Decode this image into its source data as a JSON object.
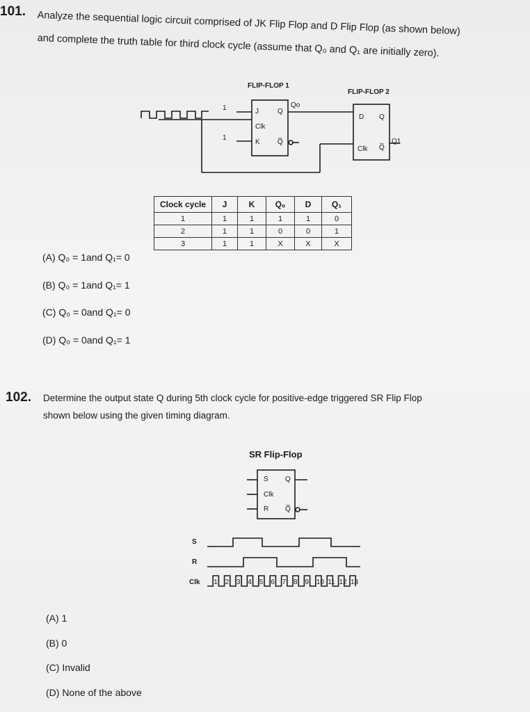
{
  "q101": {
    "number": "101.",
    "line1": "Analyze the sequential logic circuit comprised of JK Flip Flop and D Flip Flop (as shown below)",
    "line2": "and complete the truth table for third clock cycle (assume that Q₀ and Q₁ are initially zero).",
    "ff1_title": "FLIP-FLOP 1",
    "ff2_title": "FLIP-FLOP 2",
    "ff1_pins": {
      "j": "J",
      "q": "Q",
      "clk": "Clk",
      "k": "K",
      "qbar": "Q̅"
    },
    "ff2_pins": {
      "d": "D",
      "q": "Q",
      "clk": "Clk",
      "qbar": "Q̅"
    },
    "input_j": "1",
    "input_k": "1",
    "q0_label": "Qo",
    "q1_label": "Q1",
    "table": {
      "headers": [
        "Clock cycle",
        "J",
        "K",
        "Q₀",
        "D",
        "Q₁"
      ],
      "rows": [
        [
          "1",
          "1",
          "1",
          "1",
          "1",
          "0"
        ],
        [
          "2",
          "1",
          "1",
          "0",
          "0",
          "1"
        ],
        [
          "3",
          "1",
          "1",
          "X",
          "X",
          "X"
        ]
      ]
    },
    "options": [
      "(A) Q₀ = 1and Q₁= 0",
      "(B) Q₀ = 1and Q₁= 1",
      "(C) Q₀ = 0and Q₁= 0",
      "(D) Q₀ = 0and Q₁= 1"
    ]
  },
  "q102": {
    "number": "102.",
    "line1": "Determine the output state Q during 5th clock cycle for positive-edge triggered SR Flip Flop",
    "line2": "shown below using the given timing diagram.",
    "ff_title": "SR Flip-Flop",
    "pins": {
      "s": "S",
      "q": "Q",
      "clk": "Clk",
      "r": "R",
      "qbar": "Q̅"
    },
    "timing": {
      "s_label": "S",
      "r_label": "R",
      "clk_label": "Clk",
      "clk_numbers": [
        "1",
        "2",
        "3",
        "4",
        "5",
        "6",
        "7",
        "8",
        "9",
        "10",
        "11",
        "12",
        "13"
      ]
    },
    "options": [
      "(A) 1",
      "(B) 0",
      "(C) Invalid",
      "(D) None of the above"
    ]
  }
}
